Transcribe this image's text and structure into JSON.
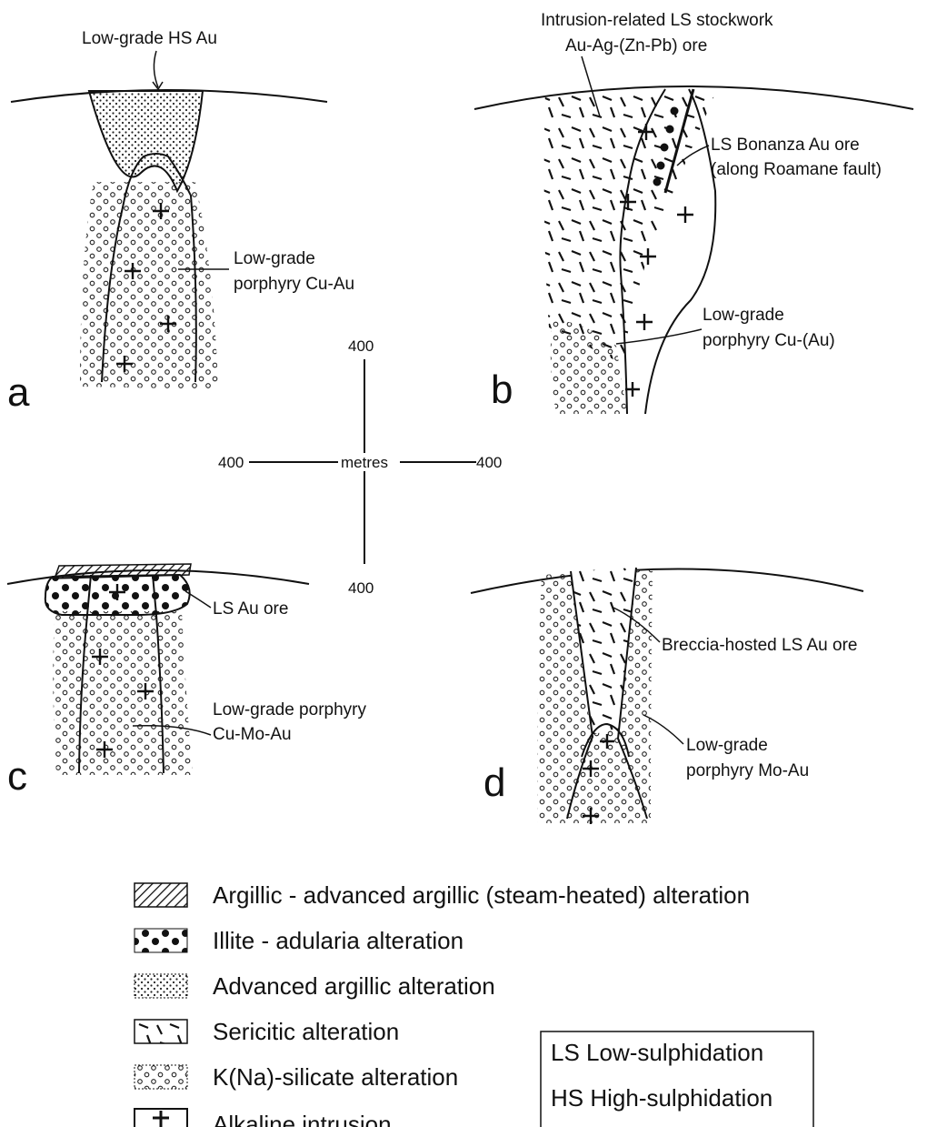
{
  "panels": {
    "a": {
      "letter": "a",
      "label_hs": "Low-grade HS Au",
      "label_porphyry_1": "Low-grade",
      "label_porphyry_2": "porphyry Cu-Au"
    },
    "b": {
      "letter": "b",
      "label_stockwork_1": "Intrusion-related LS stockwork",
      "label_stockwork_2": "Au-Ag-(Zn-Pb) ore",
      "label_bonanza_1": "LS Bonanza Au ore",
      "label_bonanza_2": "(along Roamane fault)",
      "label_porphyry_1": "Low-grade",
      "label_porphyry_2": "porphyry Cu-(Au)"
    },
    "c": {
      "letter": "c",
      "label_ls": "LS Au ore",
      "label_porphyry_1": "Low-grade porphyry",
      "label_porphyry_2": "Cu-Mo-Au"
    },
    "d": {
      "letter": "d",
      "label_breccia": "Breccia-hosted LS Au ore",
      "label_porphyry_1": "Low-grade",
      "label_porphyry_2": "porphyry Mo-Au"
    }
  },
  "scale": {
    "top": "400",
    "bottom": "400",
    "left": "400",
    "right": "400",
    "unit": "metres"
  },
  "legend": {
    "items": [
      {
        "pattern": "hatch",
        "label": "Argillic - advanced argillic (steam-heated) alteration"
      },
      {
        "pattern": "big-dots",
        "label": "Illite - adularia alteration"
      },
      {
        "pattern": "fine-dots",
        "label": "Advanced argillic alteration"
      },
      {
        "pattern": "dashes",
        "label": "Sericitic alteration"
      },
      {
        "pattern": "circles",
        "label": "K(Na)-silicate alteration"
      },
      {
        "pattern": "cross",
        "label": "Alkaline intrusion"
      }
    ],
    "abbreviations": [
      {
        "label": "LS  Low-sulphidation"
      },
      {
        "label": "HS High-sulphidation"
      }
    ]
  }
}
